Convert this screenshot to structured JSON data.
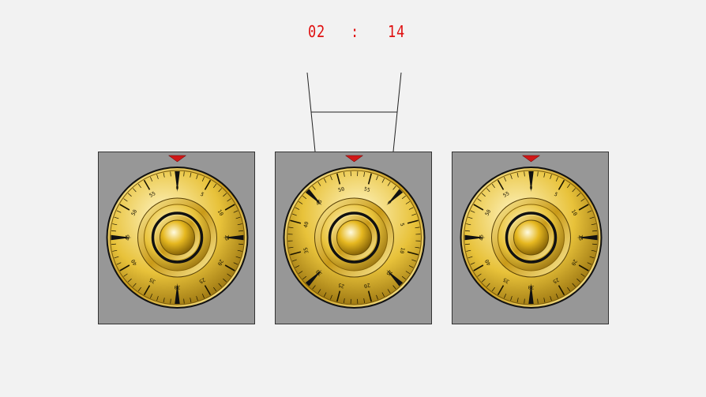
{
  "timer": {
    "minutes": "02",
    "separator": ":",
    "seconds": "14"
  },
  "dials": [
    {
      "id": "left",
      "rotation_deg": 0,
      "selected": false
    },
    {
      "id": "center",
      "rotation_deg": 45,
      "selected": true
    },
    {
      "id": "right",
      "rotation_deg": 0,
      "selected": false
    }
  ],
  "dial_labels": [
    "0",
    "5",
    "10",
    "15",
    "20",
    "25",
    "30",
    "35",
    "40",
    "45",
    "50",
    "55"
  ],
  "colors": {
    "timer": "#e01010",
    "panel": "#979797",
    "pointer": "#d01818",
    "gold_light": "#fff6c8",
    "gold_mid": "#e8c23a",
    "gold_dark": "#9a7410"
  }
}
